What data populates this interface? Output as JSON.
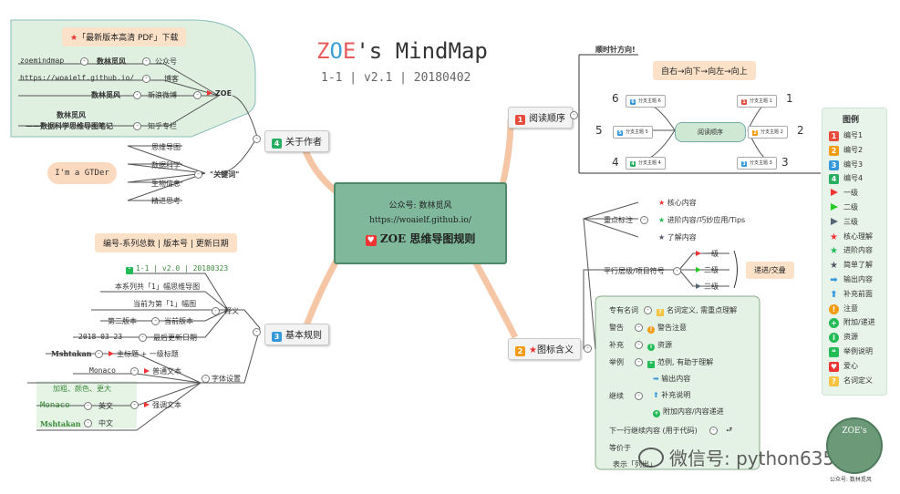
{
  "title": {
    "prefix": "Z",
    "o": "O",
    "e": "E",
    "suffix": "'s MindMap",
    "subtitle": "1-1 | v2.1 | 20180402"
  },
  "center": {
    "line1": "公众号: 数林觅风",
    "line2": "https://woaielf.github.io/",
    "line3": "ZOE 思维导图规则"
  },
  "author": {
    "topic": "关于作者",
    "num": "4",
    "callout": "「最新版本高清 PDF」下载",
    "zoe_label": "ZOE",
    "rows": [
      {
        "left": "zoemindmap",
        "right": "数林觅风",
        "tag": "公众号"
      },
      {
        "left": "https://woaielf.github.io/",
        "right": "",
        "tag": "博客"
      },
      {
        "left": "",
        "right": "数林觅风",
        "tag": "新浪微博"
      },
      {
        "left": "数林觅风",
        "right": "——数据科学思维导图笔记",
        "tag": "知乎专栏"
      }
    ],
    "gt": "I'm a GTDer",
    "keywords_label": "\"关键词\"",
    "keywords": [
      "思维导图",
      "数据科学",
      "生物信息",
      "精进思考"
    ]
  },
  "basic": {
    "topic": "基本规则",
    "num": "3",
    "callout": "编号-系列总数 | 版本号 | 更新日期",
    "version": "1-1 | v2.0 | 20180323",
    "shiyi_label": "释义",
    "shiyi": [
      "本系列共「1」幅思维导图",
      "当前为第「1」幅图",
      "第二版本",
      "当前版本",
      "2018-03-23",
      "最后更新日期"
    ],
    "font_label": "字体设置",
    "fonts": {
      "mshtakan": "Mshtakan",
      "main_title": "主标题 + 一级标题",
      "monaco": "Monaco",
      "normal": "普通文本",
      "emph_note": "加粗、颜色、更大",
      "emph": "强调文本",
      "monaco2": "Monaco",
      "en": "英文",
      "mshtakan2": "Mshtakan",
      "cn": "中文"
    }
  },
  "reading": {
    "topic": "阅读顺序",
    "num": "1",
    "clockwise": "顺时针方向!",
    "callout": "自右→向下→向左→向上",
    "center": "阅读顺序",
    "nodes": [
      "分支主题 1",
      "分支主题 2",
      "分支主题 3",
      "分支主题 4",
      "分支主题 5",
      "分支主题 6"
    ],
    "numbers": [
      "1",
      "2",
      "3",
      "4",
      "5",
      "6"
    ]
  },
  "icons": {
    "topic": "图标含义",
    "num": "2",
    "focus_label": "重点标注",
    "focus": [
      "核心内容",
      "进阶内容/巧妙应用/Tips",
      "了解内容"
    ],
    "level_label": "平行层级/项目符号",
    "levels": [
      "一级",
      "二级",
      "三级"
    ],
    "swap": "递进/交叠",
    "terms": [
      {
        "k": "专有名词",
        "v": "名词定义, 需重点理解"
      },
      {
        "k": "警告",
        "v": "警告注意"
      },
      {
        "k": "补充",
        "v": "资源"
      },
      {
        "k": "举例",
        "v": "范例, 有助于理解"
      }
    ],
    "continue_label": "继续",
    "continue": [
      "输出内容",
      "补充说明",
      "附加内容/内容递进"
    ],
    "next_line": "下一行继续内容 (用于代码)",
    "equiv": "等价于",
    "show": "表示「列出」"
  },
  "legend": {
    "title": "图例",
    "items": [
      {
        "icon": "1",
        "label": "编号1",
        "color": "#e74c3c"
      },
      {
        "icon": "2",
        "label": "编号2",
        "color": "#f39c12"
      },
      {
        "icon": "3",
        "label": "编号3",
        "color": "#3498db"
      },
      {
        "icon": "4",
        "label": "编号4",
        "color": "#27ae60"
      },
      {
        "icon": "flag",
        "label": "一级",
        "color": "#e33"
      },
      {
        "icon": "flag",
        "label": "二级",
        "color": "#2c2"
      },
      {
        "icon": "flag",
        "label": "三级",
        "color": "#567"
      },
      {
        "icon": "★",
        "label": "核心理解",
        "color": "#e33"
      },
      {
        "icon": "★",
        "label": "进阶内容",
        "color": "#2b5"
      },
      {
        "icon": "★",
        "label": "简单了解",
        "color": "#556"
      },
      {
        "icon": "➡",
        "label": "输出内容",
        "color": "#3498db"
      },
      {
        "icon": "⬆",
        "label": "补充前面",
        "color": "#3498db"
      },
      {
        "icon": "!",
        "label": "注意",
        "color": "#f39c12"
      },
      {
        "icon": "+",
        "label": "附加/递进",
        "color": "#2b5"
      },
      {
        "icon": "i",
        "label": "资源",
        "color": "#2b5"
      },
      {
        "icon": "❝",
        "label": "举例说明",
        "color": "#2b5"
      },
      {
        "icon": "♥",
        "label": "爱心",
        "color": "#e33"
      },
      {
        "icon": "?",
        "label": "名词定义",
        "color": "#f5c242"
      }
    ]
  },
  "watermark": "微信号: python6359",
  "seal": {
    "top": "ZOE's",
    "bottom": "公众号: 数林觅风"
  }
}
